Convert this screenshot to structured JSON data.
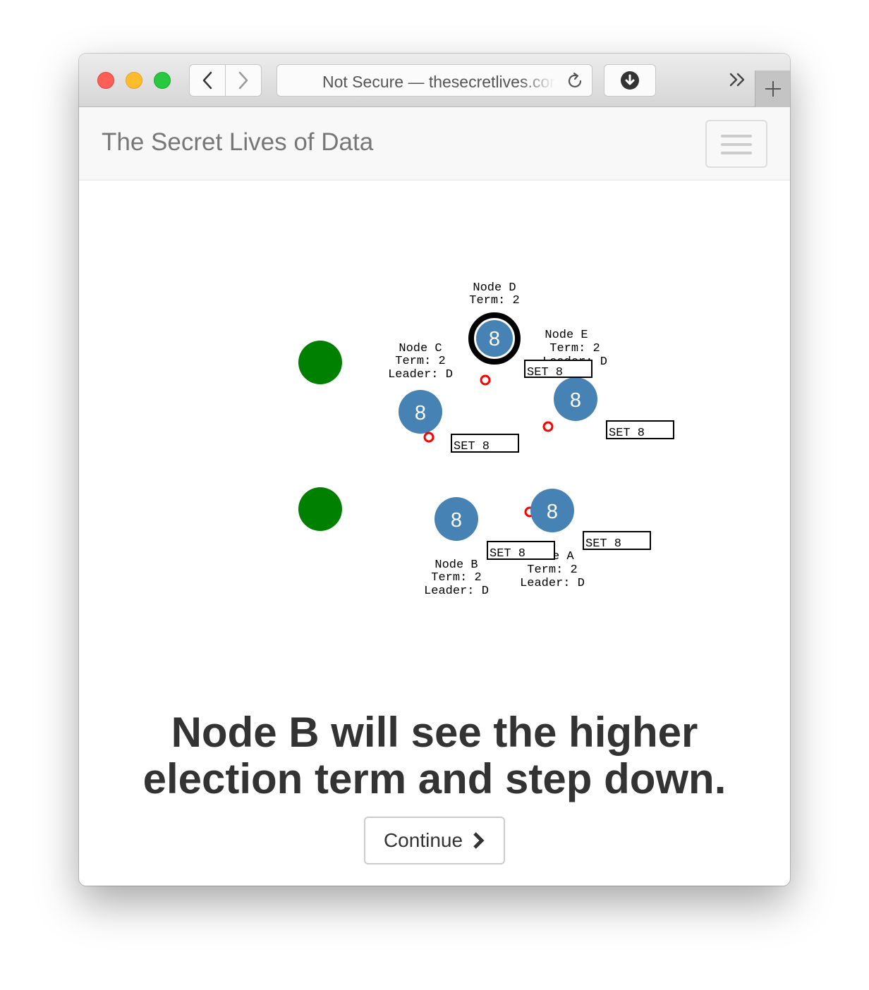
{
  "browser": {
    "address_text": "Not Secure — thesecretlives.com"
  },
  "navbar": {
    "brand": "The Secret Lives of Data"
  },
  "nodes": [
    {
      "name": "Node D",
      "term": "Term: 2",
      "leader": "",
      "value": "8",
      "is_leader": true
    },
    {
      "name": "Node E",
      "term": "Term: 2",
      "leader": "Leader: D",
      "value": "8",
      "is_leader": false
    },
    {
      "name": "Node C",
      "term": "Term: 2",
      "leader": "Leader: D",
      "value": "8",
      "is_leader": false
    },
    {
      "name": "Node B",
      "term": "Term: 2",
      "leader": "Leader: D",
      "value": "8",
      "is_leader": false
    },
    {
      "name": "Node A",
      "term": "Term: 2",
      "leader": "Leader: D",
      "value": "8",
      "is_leader": false
    }
  ],
  "messages": [
    "SET 8",
    "SET 8",
    "SET 8",
    "SET 8",
    "SET 8"
  ],
  "colors": {
    "node": "#4682b4",
    "client": "#008000",
    "heartbeat": "#ff0000",
    "leader_ring": "#000000"
  },
  "caption": "Node B will see the higher election term and step down.",
  "continue_label": "Continue"
}
